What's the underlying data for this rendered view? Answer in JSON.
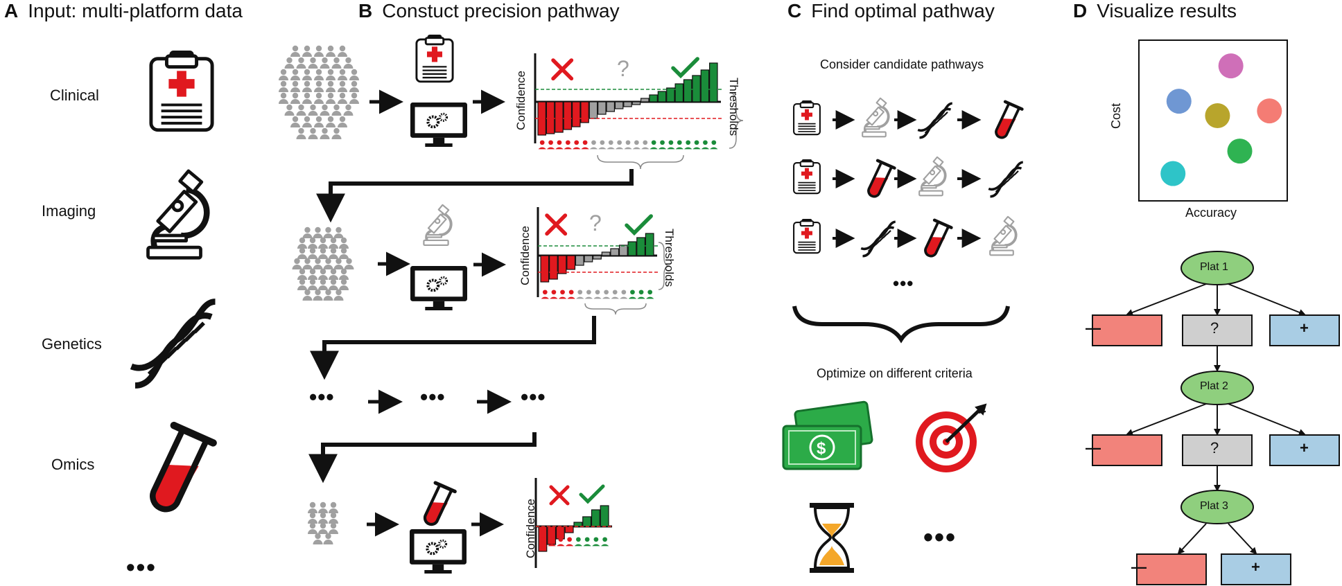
{
  "panels": {
    "a": {
      "letter": "A",
      "title": "Input: multi-platform data",
      "platforms": [
        "Clinical",
        "Imaging",
        "Genetics",
        "Omics"
      ],
      "more": "•••"
    },
    "b": {
      "letter": "B",
      "title": "Constuct precision pathway",
      "y_axis": "Confidence",
      "thresholds": "Thresholds",
      "ellipsis": "•••"
    },
    "c": {
      "letter": "C",
      "title": "Find optimal pathway",
      "candidates_heading": "Consider candidate pathways",
      "ellipsis": "•••",
      "criteria_heading": "Optimize on different criteria"
    },
    "d": {
      "letter": "D",
      "title": "Visualize results",
      "y_axis": "Cost",
      "x_axis": "Accuracy",
      "nodes": [
        "Plat 1",
        "Plat 2",
        "Plat 3"
      ],
      "outcome_negative": "—",
      "outcome_unknown": "?",
      "outcome_positive": "+"
    }
  },
  "colors": {
    "red": "#e0191f",
    "green": "#1a8c3a",
    "gray": "#a0a0a0",
    "node_green": "#8fcf7e",
    "neg_box": "#f2837b",
    "unk_box": "#cfcfcf",
    "pos_box": "#a9cde4",
    "dot_colors": [
      "#cf6fb8",
      "#6f97d3",
      "#b8a52c",
      "#f47c74",
      "#2fb352",
      "#2ec4c8"
    ]
  },
  "chart_data": {
    "type": "scatter",
    "title": "",
    "xlabel": "Accuracy",
    "ylabel": "Cost",
    "series": [
      {
        "values": [
          {
            "x": 0.62,
            "y": 0.84
          },
          {
            "x": 0.27,
            "y": 0.62
          },
          {
            "x": 0.53,
            "y": 0.53
          },
          {
            "x": 0.88,
            "y": 0.56
          },
          {
            "x": 0.68,
            "y": 0.31
          },
          {
            "x": 0.23,
            "y": 0.17
          }
        ]
      }
    ],
    "xlim": [
      0,
      1
    ],
    "ylim": [
      0,
      1
    ],
    "grid": false,
    "legend": "none"
  }
}
